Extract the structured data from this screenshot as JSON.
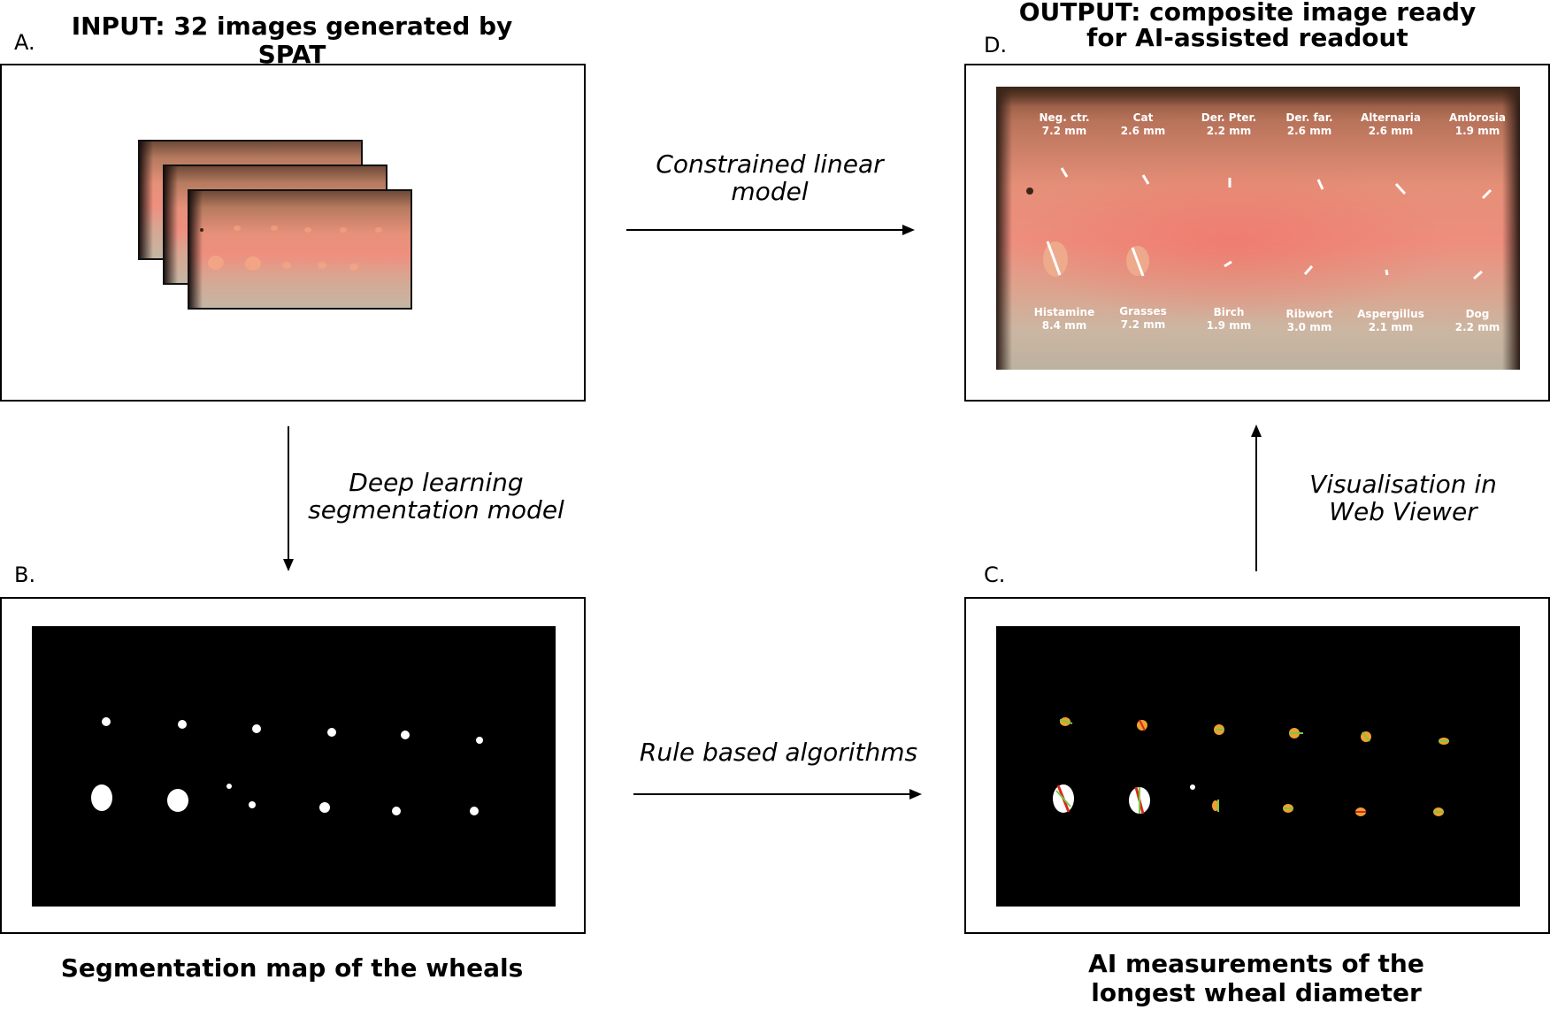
{
  "panels": {
    "a": {
      "letter": "A.",
      "title": "INPUT: 32 images generated by SPAT"
    },
    "b": {
      "letter": "B.",
      "caption": "Segmentation map of the wheals"
    },
    "c": {
      "letter": "C.",
      "caption_line1": "AI measurements of the",
      "caption_line2": "longest wheal diameter"
    },
    "d": {
      "letter": "D.",
      "title_line1": "OUTPUT: composite image ready",
      "title_line2": "for AI-assisted readout",
      "top_labels": [
        {
          "name": "Neg. ctr.",
          "value": "7.2 mm"
        },
        {
          "name": "Cat",
          "value": "2.6 mm"
        },
        {
          "name": "Der. Pter.",
          "value": "2.2 mm"
        },
        {
          "name": "Der. far.",
          "value": "2.6 mm"
        },
        {
          "name": "Alternaria",
          "value": "2.6 mm"
        },
        {
          "name": "Ambrosia",
          "value": "1.9 mm"
        }
      ],
      "bottom_labels": [
        {
          "name": "Histamine",
          "value": "8.4 mm"
        },
        {
          "name": "Grasses",
          "value": "7.2 mm"
        },
        {
          "name": "Birch",
          "value": "1.9 mm"
        },
        {
          "name": "Ribwort",
          "value": "3.0 mm"
        },
        {
          "name": "Aspergillus",
          "value": "2.1 mm"
        },
        {
          "name": "Dog",
          "value": "2.2 mm"
        }
      ]
    }
  },
  "arrows": {
    "a_to_d": {
      "line1": "Constrained linear",
      "line2": "model"
    },
    "a_to_b": {
      "line1": "Deep learning",
      "line2": "segmentation model"
    },
    "b_to_c": {
      "line1": "Rule based algorithms"
    },
    "c_to_d": {
      "line1": "Visualisation in",
      "line2": "Web Viewer"
    }
  },
  "colors": {
    "frame": "#000000",
    "mask_background": "#000000",
    "wheal_mask": "#ffffff",
    "measure_line_red": "#d62a1e",
    "measure_line_green": "#7ac943",
    "measure_overlay_orange": "#f0a030"
  }
}
